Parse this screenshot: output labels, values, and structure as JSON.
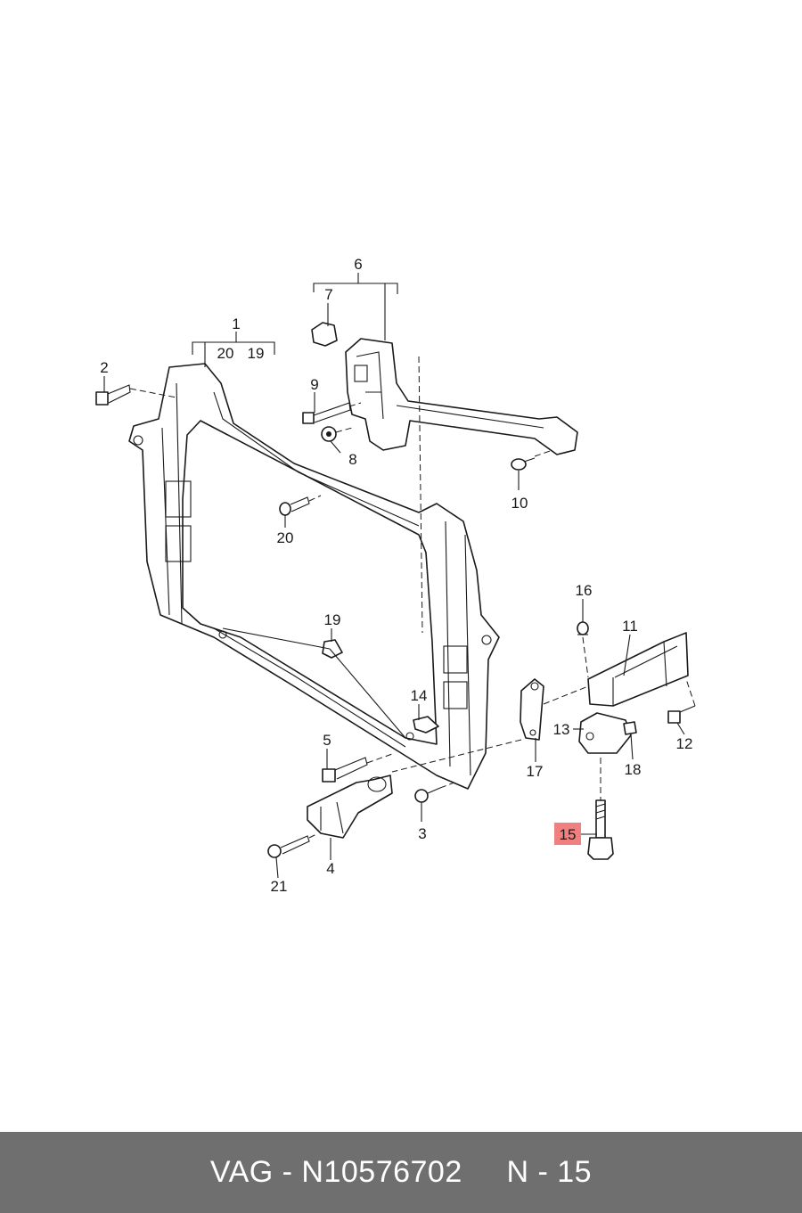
{
  "diagram": {
    "callouts": {
      "c1": "1",
      "c2": "2",
      "c3": "3",
      "c4": "4",
      "c5": "5",
      "c6": "6",
      "c7": "7",
      "c8": "8",
      "c9": "9",
      "c10": "10",
      "c11": "11",
      "c12": "12",
      "c13": "13",
      "c14": "14",
      "c15": "15",
      "c16": "16",
      "c17": "17",
      "c18": "18",
      "c19": "19",
      "c20": "20",
      "c21": "21",
      "c1_sub20": "20",
      "c1_sub19": "19"
    },
    "highlighted_callout": "15",
    "highlight_color": "#f08080"
  },
  "footer": {
    "brand": "VAG",
    "separator": "-",
    "part_number": "N10576702",
    "position_prefix": "N",
    "position": "15",
    "text": "VAG - N10576702     N - 15",
    "background_color": "#6f6f6f",
    "text_color": "#ffffff"
  }
}
